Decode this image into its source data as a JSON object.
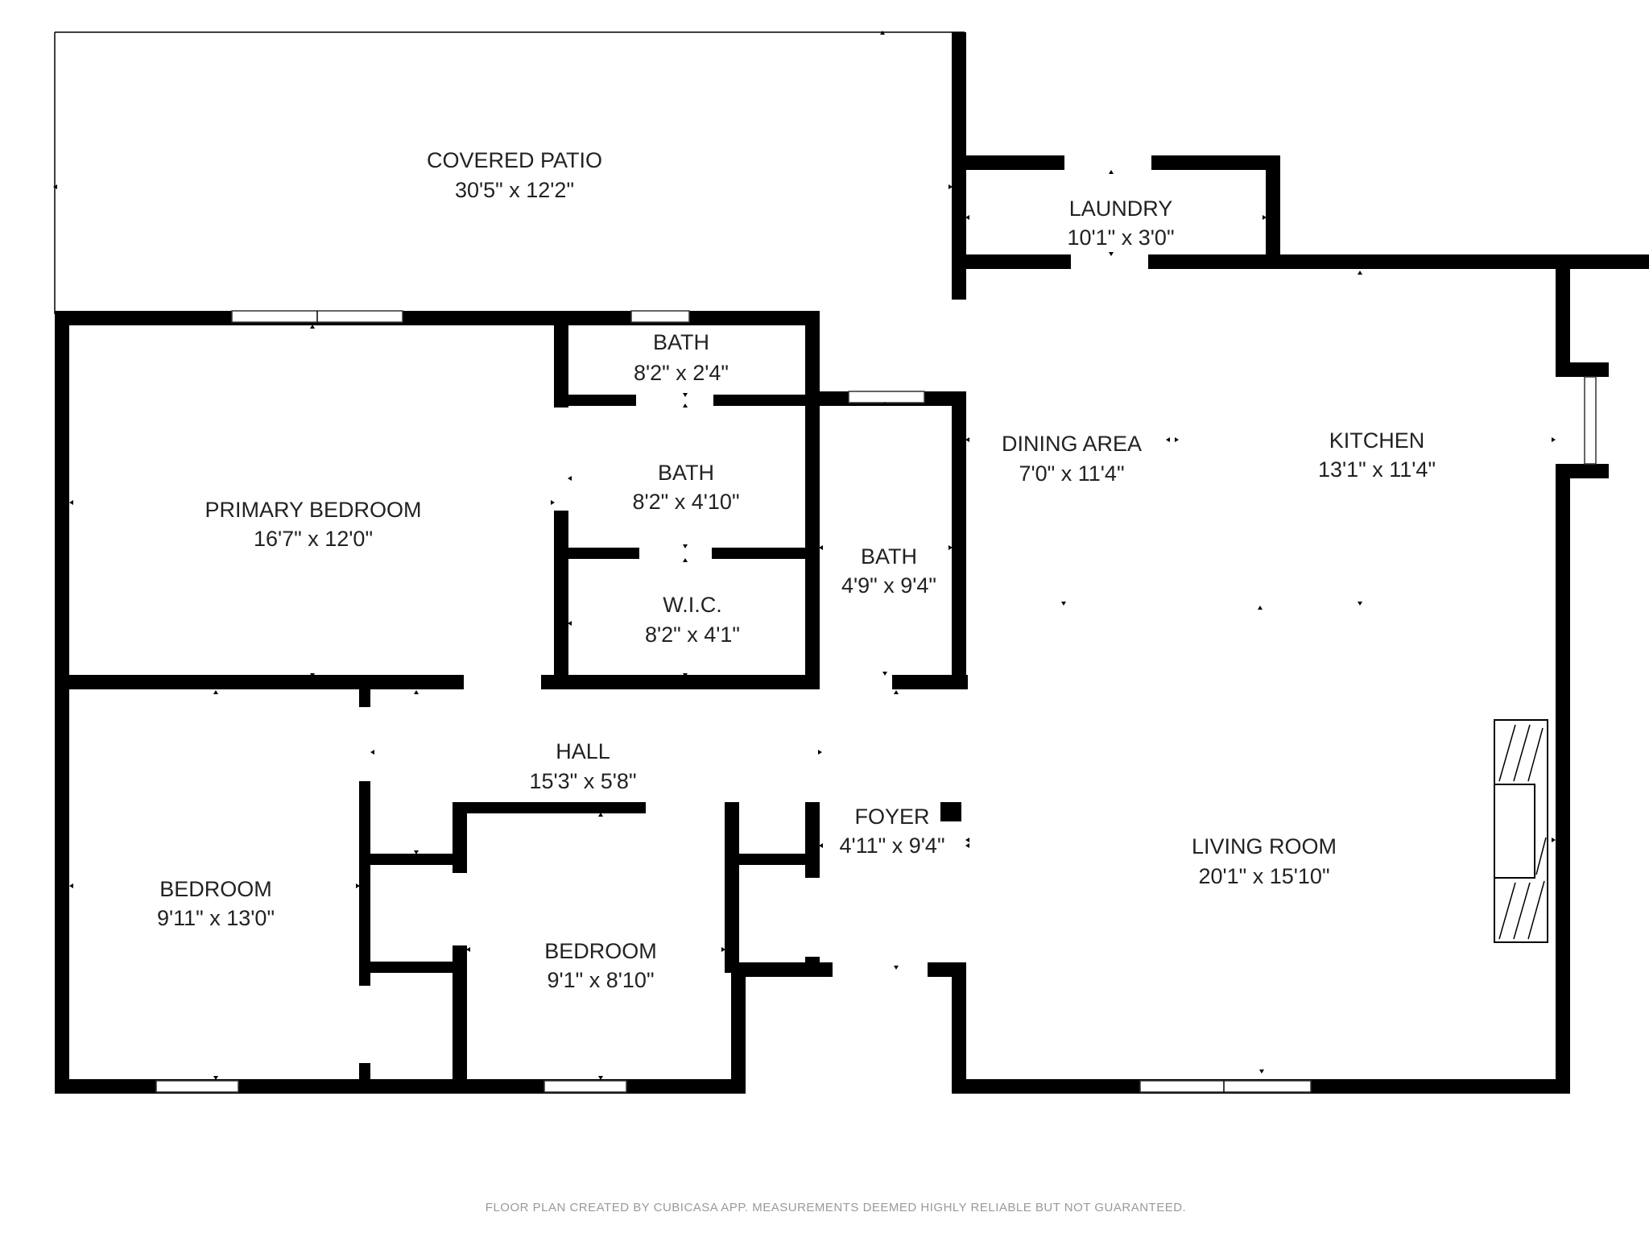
{
  "rooms": {
    "covered_patio": {
      "name": "COVERED PATIO",
      "dims": "30'5\" x 12'2\""
    },
    "laundry": {
      "name": "LAUNDRY",
      "dims": "10'1\" x 3'0\""
    },
    "bath_top": {
      "name": "BATH",
      "dims": "8'2\" x 2'4\""
    },
    "bath_mid": {
      "name": "BATH",
      "dims": "8'2\" x 4'10\""
    },
    "wic": {
      "name": "W.I.C.",
      "dims": "8'2\" x 4'1\""
    },
    "bath_hall": {
      "name": "BATH",
      "dims": "4'9\" x 9'4\""
    },
    "primary_bedroom": {
      "name": "PRIMARY BEDROOM",
      "dims": "16'7\" x 12'0\""
    },
    "dining_area": {
      "name": "DINING AREA",
      "dims": "7'0\" x 11'4\""
    },
    "kitchen": {
      "name": "KITCHEN",
      "dims": "13'1\" x 11'4\""
    },
    "hall": {
      "name": "HALL",
      "dims": "15'3\" x 5'8\""
    },
    "foyer": {
      "name": "FOYER",
      "dims": "4'11\" x 9'4\""
    },
    "living_room": {
      "name": "LIVING ROOM",
      "dims": "20'1\" x 15'10\""
    },
    "bedroom_left": {
      "name": "BEDROOM",
      "dims": "9'11\" x 13'0\""
    },
    "bedroom_center": {
      "name": "BEDROOM",
      "dims": "9'1\" x 8'10\""
    }
  },
  "footer_text": "FLOOR PLAN CREATED BY CUBICASA APP. MEASUREMENTS DEEMED HIGHLY RELIABLE BUT NOT GUARANTEED.",
  "colors": {
    "wall": "#000000",
    "background": "#ffffff",
    "footer": "#9a9a9a"
  }
}
